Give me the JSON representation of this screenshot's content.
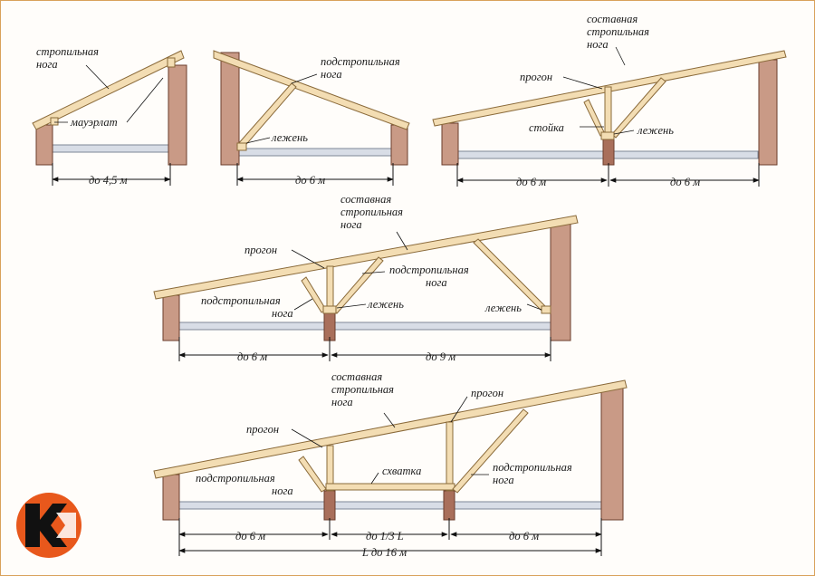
{
  "labels": {
    "strop_noga": "стропильная\nнога",
    "mauerlat": "мауэрлат",
    "podstrop_noga": "подстропильная\nнога",
    "lezhen": "лежень",
    "sostav_strop_noga": "составная\nстропильная\nнога",
    "progon": "прогон",
    "stoyka": "стойка",
    "skhvatka": "схватка"
  },
  "dimensions": {
    "d1": "до 4,5 м",
    "d2": "до 6 м",
    "d3a": "до 6 м",
    "d3b": "до 6 м",
    "d4a": "до 6 м",
    "d4b": "до 9 м",
    "d5a": "до 6 м",
    "d5b": "до 1/3 L",
    "d5c": "до 6 м",
    "d5total": "L до 16 м"
  },
  "logo": {
    "color_orange": "#e8581c",
    "color_black": "#111111"
  }
}
